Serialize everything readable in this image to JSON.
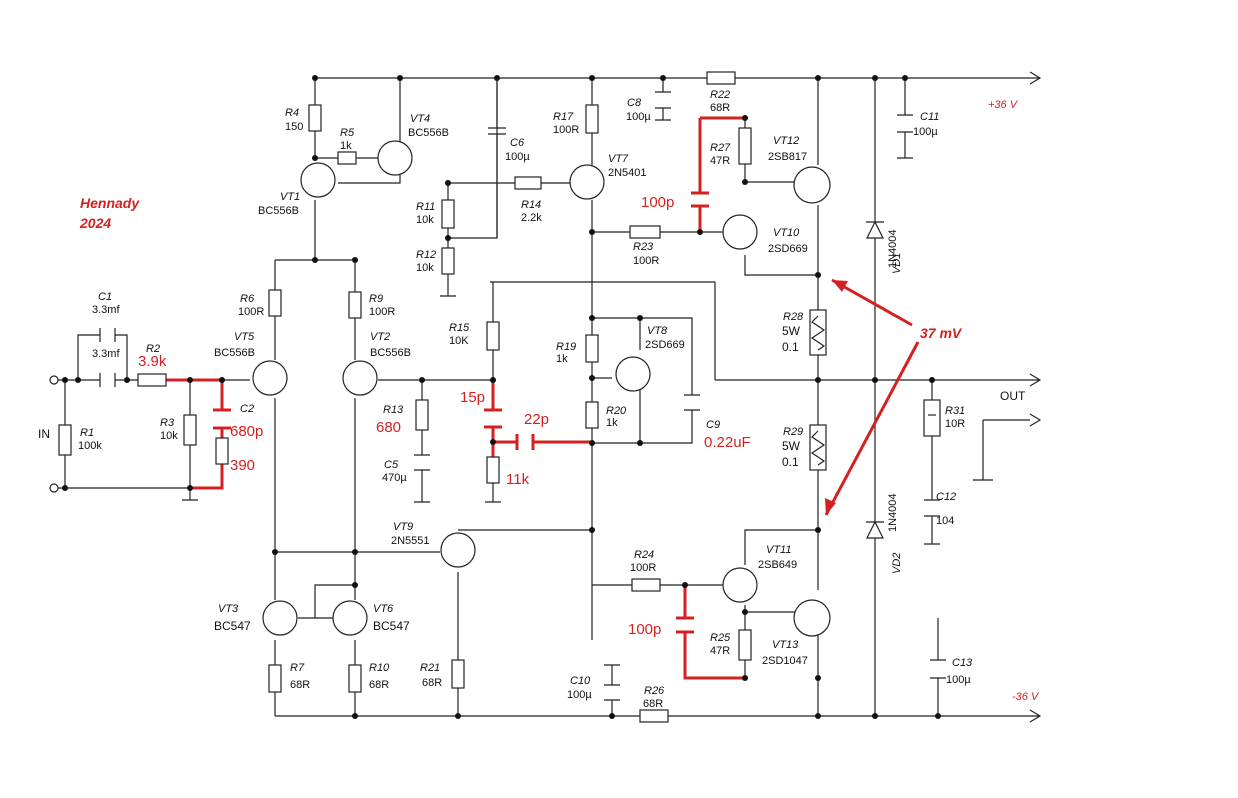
{
  "author": {
    "name": "Hennady",
    "year": "2024"
  },
  "rails": {
    "pos": "+36 V",
    "neg": "-36 V",
    "out": "OUT",
    "in": "IN"
  },
  "annotation": {
    "voltage": "37 mV"
  },
  "transistors": [
    {
      "ref": "VT1",
      "part": "BC556B"
    },
    {
      "ref": "VT4",
      "part": "BC556B"
    },
    {
      "ref": "VT5",
      "part": "BC556B"
    },
    {
      "ref": "VT2",
      "part": "BC556B"
    },
    {
      "ref": "VT7",
      "part": "2N5401"
    },
    {
      "ref": "VT12",
      "part": "2SB817"
    },
    {
      "ref": "VT10",
      "part": "2SD669"
    },
    {
      "ref": "VT8",
      "part": "2SD669"
    },
    {
      "ref": "VT9",
      "part": "2N5551"
    },
    {
      "ref": "VT11",
      "part": "2SB649"
    },
    {
      "ref": "VT13",
      "part": "2SD1047"
    },
    {
      "ref": "VT3",
      "part": "BC547"
    },
    {
      "ref": "VT6",
      "part": "BC547"
    }
  ],
  "resistors": [
    {
      "ref": "R4",
      "value": "150"
    },
    {
      "ref": "R5",
      "value": "1k"
    },
    {
      "ref": "R11",
      "value": "10k"
    },
    {
      "ref": "R12",
      "value": "10k"
    },
    {
      "ref": "R14",
      "value": "2.2k"
    },
    {
      "ref": "R17",
      "value": "100R"
    },
    {
      "ref": "R22",
      "value": "68R"
    },
    {
      "ref": "R27",
      "value": "47R"
    },
    {
      "ref": "R23",
      "value": "100R"
    },
    {
      "ref": "R6",
      "value": "100R"
    },
    {
      "ref": "R9",
      "value": "100R"
    },
    {
      "ref": "R15",
      "value": "10K"
    },
    {
      "ref": "R19",
      "value": "1k"
    },
    {
      "ref": "R20",
      "value": "1k"
    },
    {
      "ref": "R13",
      "value": "680"
    },
    {
      "ref": "R1",
      "value": "100k"
    },
    {
      "ref": "R2",
      "value": "3.9k"
    },
    {
      "ref": "R3",
      "value": "10k"
    },
    {
      "ref": "R24",
      "value": "100R"
    },
    {
      "ref": "R25",
      "value": "47R"
    },
    {
      "ref": "R26",
      "value": "68R"
    },
    {
      "ref": "R7",
      "value": "68R"
    },
    {
      "ref": "R10",
      "value": "68R"
    },
    {
      "ref": "R21",
      "value": "68R"
    },
    {
      "ref": "R28",
      "value": "5W",
      "value2": "0.1"
    },
    {
      "ref": "R29",
      "value": "5W",
      "value2": "0.1"
    },
    {
      "ref": "R31",
      "value": "10R"
    }
  ],
  "capacitors": [
    {
      "ref": "C1",
      "value": "3.3mf",
      "value2": "3.3mf"
    },
    {
      "ref": "C2",
      "value": "680p"
    },
    {
      "ref": "C5",
      "value": "470µ"
    },
    {
      "ref": "C6",
      "value": "100µ"
    },
    {
      "ref": "C8",
      "value": "100µ"
    },
    {
      "ref": "C9",
      "value": "0.22uF"
    },
    {
      "ref": "C10",
      "value": "100µ"
    },
    {
      "ref": "C11",
      "value": "100µ"
    },
    {
      "ref": "C12",
      "value": "104"
    },
    {
      "ref": "C13",
      "value": "100µ"
    }
  ],
  "diodes": [
    {
      "ref": "VD1",
      "part": "1N4004"
    },
    {
      "ref": "VD2",
      "part": "1N4004"
    }
  ],
  "red_notes": {
    "r2": "3.9k",
    "c2": "680p",
    "r_390": "390",
    "r13": "680",
    "c_15p": "15p",
    "c_22p": "22p",
    "r_11k": "11k",
    "c_100p_top": "100p",
    "c_100p_bottom": "100p",
    "c9": "0.22uF"
  }
}
